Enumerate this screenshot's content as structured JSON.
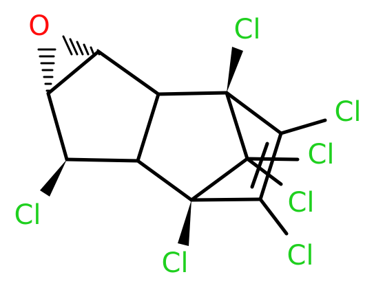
{
  "molecule": {
    "atoms": [
      {
        "key": "O",
        "text": "O",
        "color": "#ff0d0d"
      },
      {
        "key": "Cl1",
        "text": "Cl",
        "color": "#1fd01f"
      },
      {
        "key": "Cl2",
        "text": "Cl",
        "color": "#1fd01f"
      },
      {
        "key": "Cl3",
        "text": "Cl",
        "color": "#1fd01f"
      },
      {
        "key": "Cl4",
        "text": "Cl",
        "color": "#1fd01f"
      },
      {
        "key": "Cl5",
        "text": "Cl",
        "color": "#1fd01f"
      },
      {
        "key": "Cl6",
        "text": "Cl",
        "color": "#1fd01f"
      },
      {
        "key": "Cl7",
        "text": "Cl",
        "color": "#1fd01f"
      }
    ],
    "bond_color": "#000000"
  }
}
